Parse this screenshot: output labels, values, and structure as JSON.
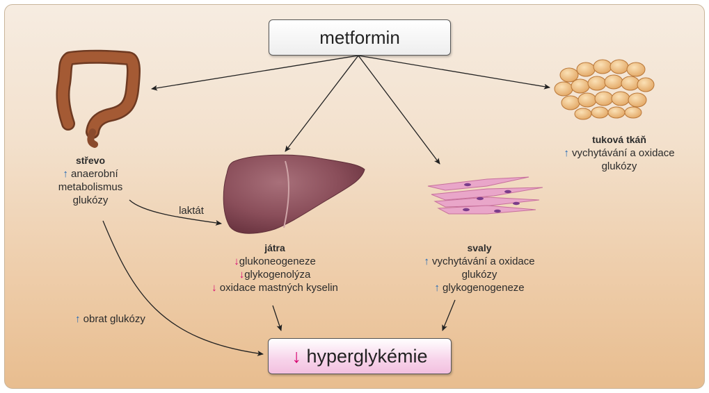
{
  "center": {
    "drug": "metformin"
  },
  "result": {
    "arrow": "↓",
    "text": "hyperglykémie"
  },
  "organs": {
    "intestine": {
      "title": "střevo",
      "arrow": "↑",
      "lines": [
        "anaerobní",
        "metabolismus",
        "glukózy"
      ]
    },
    "liver": {
      "title": "játra",
      "lines": [
        {
          "arrow": "↓",
          "text": "glukoneogeneze"
        },
        {
          "arrow": "↓",
          "text": "glykogenolýza"
        },
        {
          "arrow": "↓",
          "text": "oxidace mastných kyselin"
        }
      ]
    },
    "muscle": {
      "title": "svaly",
      "lines": [
        {
          "arrow": "↑",
          "text": "vychytávání a oxidace"
        },
        {
          "arrow": "",
          "text": "glukózy"
        },
        {
          "arrow": "↑",
          "text": "glykogenogeneze"
        }
      ]
    },
    "fat": {
      "title": "tuková tkáň",
      "lines": [
        {
          "arrow": "↑",
          "text": "vychytávání a oxidace"
        },
        {
          "arrow": "",
          "text": "glukózy"
        }
      ]
    }
  },
  "connectors": {
    "lactate": "laktát",
    "glucose_turnover_arrow": "↑",
    "glucose_turnover": "obrat glukózy"
  },
  "colors": {
    "decrease": "#d6006e",
    "increase": "#1a64b4",
    "background_top": "#f6ece1",
    "background_bottom": "#e8bd8f"
  },
  "icons": [
    "intestine-illustration",
    "liver-illustration",
    "muscle-fibers-illustration",
    "fat-tissue-illustration"
  ]
}
